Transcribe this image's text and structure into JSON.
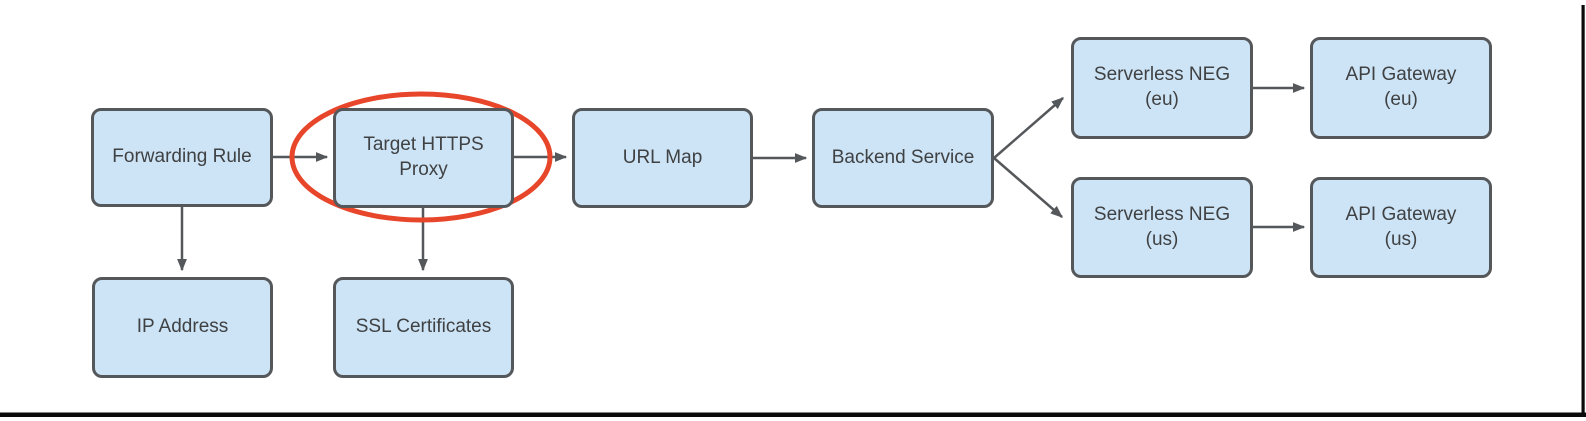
{
  "diagram": {
    "type": "flowchart",
    "nodes": [
      {
        "id": "forwarding-rule",
        "label": "Forwarding Rule"
      },
      {
        "id": "target-https-proxy",
        "label": "Target HTTPS\nProxy"
      },
      {
        "id": "url-map",
        "label": "URL Map"
      },
      {
        "id": "backend-service",
        "label": "Backend Service"
      },
      {
        "id": "serverless-neg-eu",
        "label": "Serverless NEG\n(eu)"
      },
      {
        "id": "api-gateway-eu",
        "label": "API Gateway\n(eu)"
      },
      {
        "id": "serverless-neg-us",
        "label": "Serverless NEG\n(us)"
      },
      {
        "id": "api-gateway-us",
        "label": "API Gateway\n(us)"
      },
      {
        "id": "ip-address",
        "label": "IP Address"
      },
      {
        "id": "ssl-certificates",
        "label": "SSL Certificates"
      }
    ],
    "edges": [
      {
        "from": "Forwarding Rule",
        "to": "Target HTTPS Proxy"
      },
      {
        "from": "Target HTTPS Proxy",
        "to": "URL Map"
      },
      {
        "from": "URL Map",
        "to": "Backend Service"
      },
      {
        "from": "Backend Service",
        "to": "Serverless NEG (eu)"
      },
      {
        "from": "Backend Service",
        "to": "Serverless NEG (us)"
      },
      {
        "from": "Serverless NEG (eu)",
        "to": "API Gateway (eu)"
      },
      {
        "from": "Serverless NEG (us)",
        "to": "API Gateway (us)"
      },
      {
        "from": "Forwarding Rule",
        "to": "IP Address"
      },
      {
        "from": "Target HTTPS Proxy",
        "to": "SSL Certificates"
      }
    ],
    "highlight": {
      "shape": "ellipse",
      "around": "Target HTTPS Proxy",
      "color": "#e8462b"
    },
    "colors": {
      "node_fill": "#cde4f6",
      "node_border": "#55585b",
      "connector": "#55585b",
      "text": "#3f4143",
      "highlight_ellipse": "#e8462b",
      "frame_line": "#0a0a0a",
      "background": "#ffffff"
    }
  }
}
